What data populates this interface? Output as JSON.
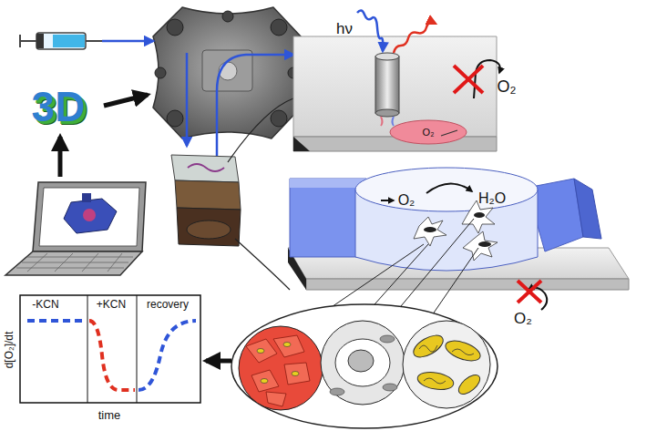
{
  "diagram": {
    "nodes": [
      {
        "text": [
          "O₂"
        ]
      }
    ],
    "labels": [
      "3D",
      "hν",
      "O₂",
      "O₂",
      "H₂O",
      "O₂",
      "-KCN",
      "+KCN",
      "recovery",
      "d[O₂]/dt",
      "time"
    ]
  }
}
